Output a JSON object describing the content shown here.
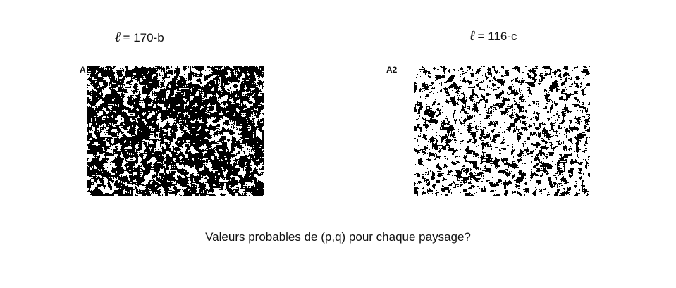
{
  "panels": [
    {
      "title_symbol": "ℓ",
      "title_text": "= 170-b",
      "label": "A",
      "pattern": "dense-black-clustered"
    },
    {
      "title_symbol": "ℓ",
      "title_text": "= 116-c",
      "label": "A2",
      "pattern": "sparse-black-patches"
    }
  ],
  "question": "Valeurs probables de (p,q) pour chaque paysage?",
  "colors": {
    "background": "#ffffff",
    "ink": "#000000"
  }
}
